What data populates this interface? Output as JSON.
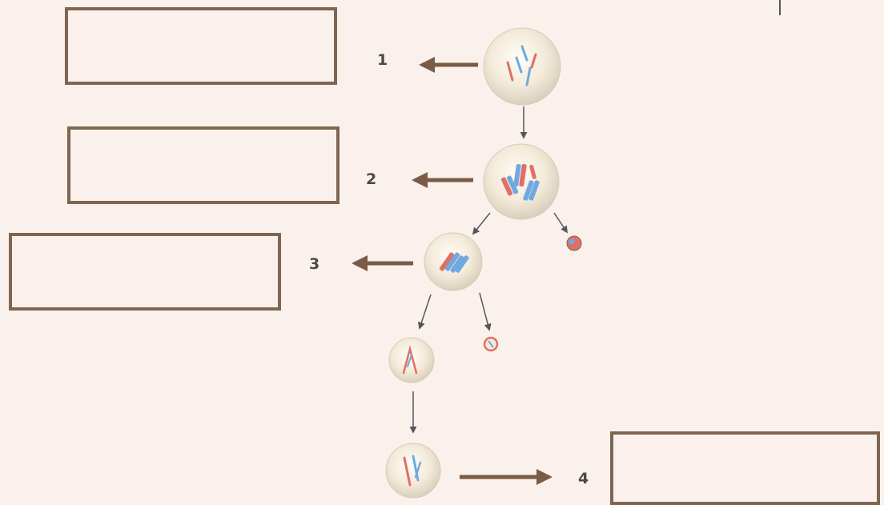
{
  "steps": [
    {
      "label": "1"
    },
    {
      "label": "2"
    },
    {
      "label": "3"
    },
    {
      "label": "4"
    }
  ],
  "colors": {
    "background": "#fbf1ec",
    "box_border": "#7f6651",
    "arrow_brown": "#7a5b45",
    "chromosome_red": "#e06f66",
    "chromosome_blue": "#6fa9df",
    "thin_arrow": "#55565b"
  }
}
